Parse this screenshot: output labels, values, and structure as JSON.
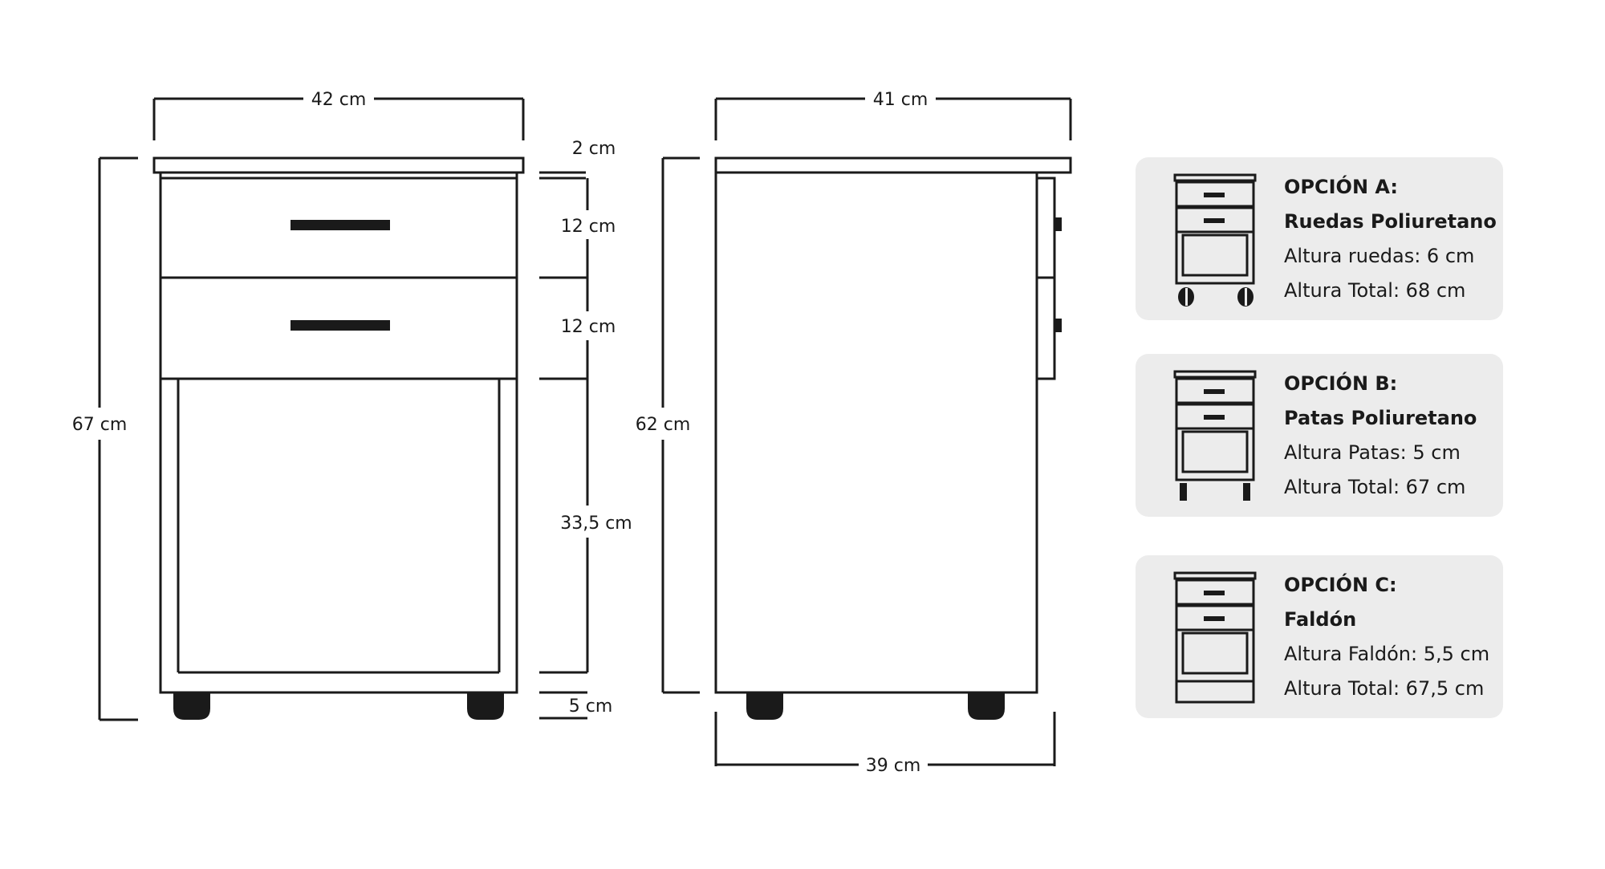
{
  "front_view": {
    "width_label": "42 cm",
    "top_label": "2 cm",
    "drawer1_label": "12 cm",
    "drawer2_label": "12 cm",
    "door_label": "33,5 cm",
    "base_label": "5 cm",
    "height_label": "67 cm"
  },
  "side_view": {
    "top_width_label": "41 cm",
    "height_label": "62 cm",
    "bottom_width_label": "39 cm"
  },
  "options": [
    {
      "title": "OPCIÓN A:",
      "subtitle": "Ruedas Poliuretano",
      "detail": "Altura ruedas: 6 cm",
      "total": "Altura Total: 68 cm",
      "base": "wheels"
    },
    {
      "title": "OPCIÓN B:",
      "subtitle": "Patas Poliuretano",
      "detail": "Altura Patas: 5 cm",
      "total": "Altura Total: 67 cm",
      "base": "legs"
    },
    {
      "title": "OPCIÓN C:",
      "subtitle": "Faldón",
      "detail": "Altura Faldón: 5,5 cm",
      "total": "Altura Total: 67,5 cm",
      "base": "skirt"
    }
  ],
  "colors": {
    "line": "#1a1a1a",
    "card": "#ececec"
  }
}
